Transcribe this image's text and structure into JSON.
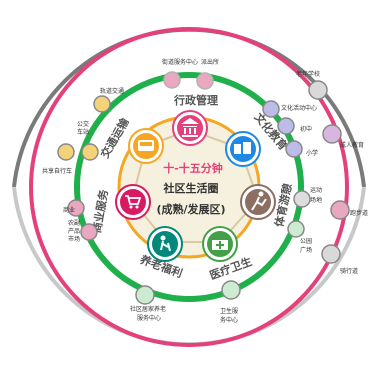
{
  "center": {
    "line1": "十-十五分钟",
    "line2": "社区生活圈",
    "line3": "(成熟/发展区)"
  },
  "categories": [
    {
      "id": "admin",
      "label": "行政管理",
      "icon": "government-building-icon"
    },
    {
      "id": "culture",
      "label": "文化教育",
      "icon": "books-education-icon"
    },
    {
      "id": "sports",
      "label": "体育游憩",
      "icon": "running-person-icon"
    },
    {
      "id": "medical",
      "label": "医疗卫生",
      "icon": "hospital-icon"
    },
    {
      "id": "elderly",
      "label": "养老福利",
      "icon": "elderly-care-icon"
    },
    {
      "id": "commerce",
      "label": "商业服务",
      "icon": "shopping-cart-icon"
    },
    {
      "id": "transport",
      "label": "交通运输",
      "icon": "bus-icon"
    }
  ],
  "facilities": {
    "street_service": "街道服务中心",
    "police_station": "派出所",
    "senior_school": "老年学校",
    "culture_center": "文化活动中心",
    "middle_school": "初中",
    "primary_school": "小学",
    "adult_education": "成人教育",
    "sports_venue_1": "运动",
    "sports_venue_2": "场地",
    "walking_trail": "跑步道",
    "park_square_1": "公园",
    "park_square_2": "广场",
    "cycle_path": "骑行道",
    "health_center_1": "卫生服",
    "health_center_2": "务中心",
    "elderly_center_1": "社区居家养老",
    "elderly_center_2": "服务中心",
    "market_1": "农副",
    "market_2": "产品",
    "market_3": "市场",
    "shops": "商业",
    "bike_share": "共享自行车",
    "bus_stop_1": "公交",
    "bus_stop_2": "车站",
    "rail_transit": "轨道交通"
  },
  "colors": {
    "outer_ring": "#9e9e9e",
    "pink_ring": "#e3407c",
    "green_ring": "#1fb04b",
    "orange_ring": "#f5a623",
    "core": "#f6f1df",
    "text": "#333333"
  }
}
